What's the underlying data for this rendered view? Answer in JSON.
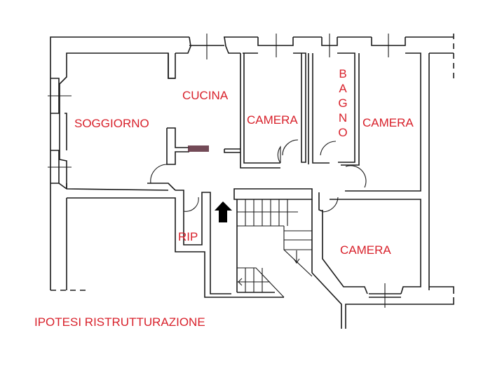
{
  "diagram": {
    "type": "floor-plan",
    "label_color": "#d8212b",
    "line_color": "#1a1a1a",
    "rooms": [
      {
        "id": "soggiorno",
        "label": "SOGGIORNO"
      },
      {
        "id": "cucina",
        "label": "CUCINA"
      },
      {
        "id": "camera1",
        "label": "CAMERA"
      },
      {
        "id": "bagno",
        "label": "BAGNO"
      },
      {
        "id": "camera2",
        "label": "CAMERA"
      },
      {
        "id": "rip",
        "label": "RIP"
      },
      {
        "id": "camera3",
        "label": "CAMERA"
      }
    ],
    "symbols": [
      {
        "id": "entrance",
        "icon": "up-arrow-icon"
      },
      {
        "id": "stairs",
        "icon": "staircase-icon"
      },
      {
        "id": "kitchen-counter",
        "icon": "counter-icon"
      }
    ],
    "caption": "IPOTESI RISTRUTTURAZIONE"
  }
}
